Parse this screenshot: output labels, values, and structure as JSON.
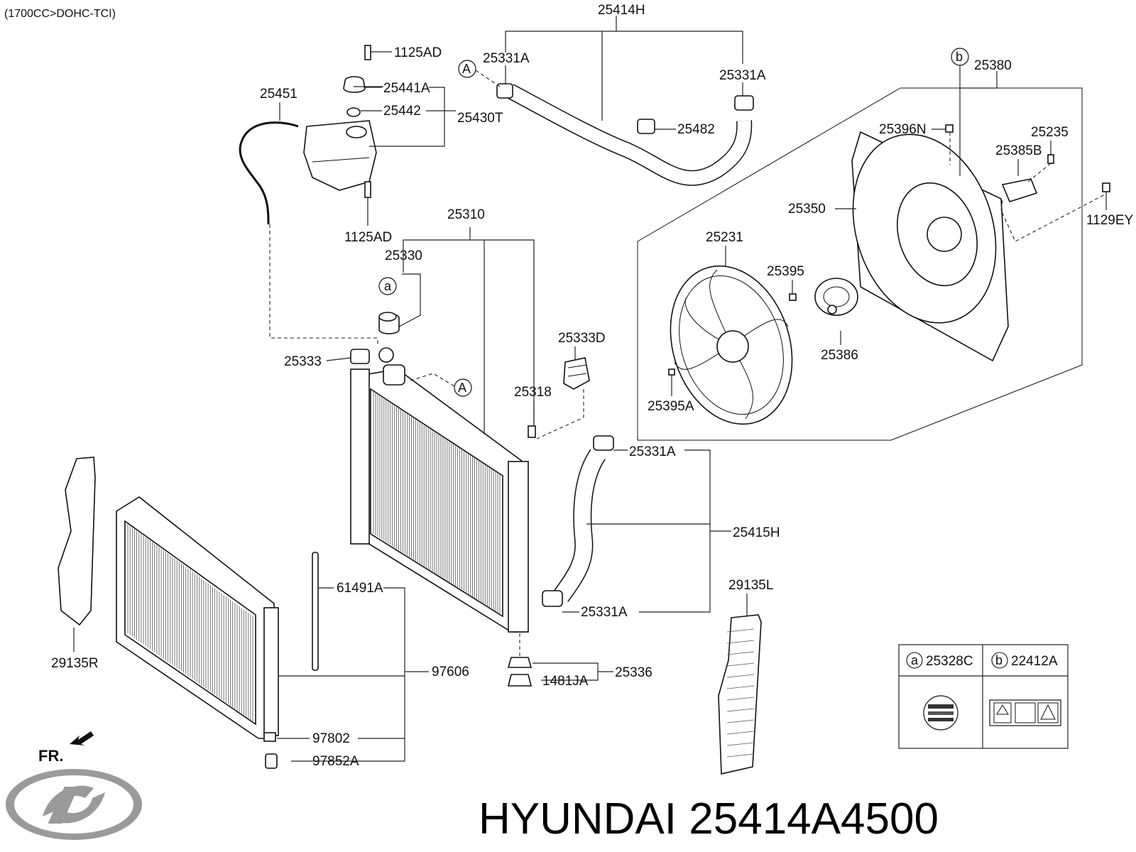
{
  "header_note": "(1700CC>DOHC-TCI)",
  "caption": "HYUNDAI 25414A4500",
  "front_marker": "FR.",
  "callouts": {
    "a": "a",
    "b": "b",
    "A": "A"
  },
  "parts": {
    "p25414H": "25414H",
    "p25331A_top_left": "25331A",
    "p25331A_top_right": "25331A",
    "p1125AD_top": "1125AD",
    "p25441A": "25441A",
    "p25442": "25442",
    "p25430T": "25430T",
    "p25451": "25451",
    "p25482": "25482",
    "p1125AD_bottom": "1125AD",
    "p25380": "25380",
    "p25396N": "25396N",
    "p25235": "25235",
    "p25385B": "25385B",
    "p25350": "25350",
    "p1129EY": "1129EY",
    "p25310": "25310",
    "p25330": "25330",
    "p25231": "25231",
    "p25395": "25395",
    "p25333D": "25333D",
    "p25333": "25333",
    "p25318": "25318",
    "p25386": "25386",
    "p25395A": "25395A",
    "p25331A_mid": "25331A",
    "p25415H": "25415H",
    "p29135L": "29135L",
    "p61491A": "61491A",
    "p25331A_low": "25331A",
    "p29135R": "29135R",
    "p97606": "97606",
    "p25336": "25336",
    "p1481JA": "1481JA",
    "p97802": "97802",
    "p97852A": "97852A"
  },
  "legend": {
    "a_part": "25328C",
    "b_part": "22412A"
  }
}
